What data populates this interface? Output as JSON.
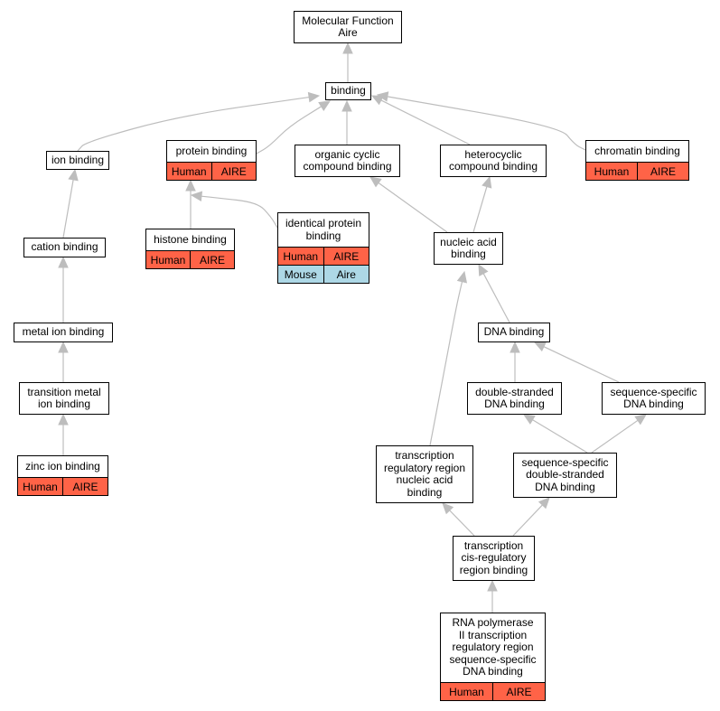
{
  "colors": {
    "edge": "#bdbdbd",
    "human": "#ff6347",
    "mouse": "#add8e6"
  },
  "nodes": [
    {
      "id": "root",
      "label": "Molecular Function\nAire",
      "annotations": []
    },
    {
      "id": "binding",
      "label": "binding",
      "annotations": []
    },
    {
      "id": "ion_binding",
      "label": "ion binding",
      "annotations": []
    },
    {
      "id": "protein_binding",
      "label": "protein binding",
      "annotations": [
        {
          "species": "Human",
          "gene": "AIRE"
        }
      ]
    },
    {
      "id": "organic_cyclic",
      "label": "organic cyclic\ncompound binding",
      "annotations": []
    },
    {
      "id": "heterocyclic",
      "label": "heterocyclic\ncompound binding",
      "annotations": []
    },
    {
      "id": "chromatin_binding",
      "label": "chromatin binding",
      "annotations": [
        {
          "species": "Human",
          "gene": "AIRE"
        }
      ]
    },
    {
      "id": "cation_binding",
      "label": "cation binding",
      "annotations": []
    },
    {
      "id": "histone_binding",
      "label": "histone binding",
      "annotations": [
        {
          "species": "Human",
          "gene": "AIRE"
        }
      ]
    },
    {
      "id": "identical_protein",
      "label": "identical protein\nbinding",
      "annotations": [
        {
          "species": "Human",
          "gene": "AIRE"
        },
        {
          "species": "Mouse",
          "gene": "Aire"
        }
      ]
    },
    {
      "id": "nucleic_acid",
      "label": "nucleic acid\nbinding",
      "annotations": []
    },
    {
      "id": "metal_ion",
      "label": "metal ion binding",
      "annotations": []
    },
    {
      "id": "dna_binding",
      "label": "DNA binding",
      "annotations": []
    },
    {
      "id": "transition_metal",
      "label": "transition metal\nion binding",
      "annotations": []
    },
    {
      "id": "double_stranded",
      "label": "double-stranded\nDNA binding",
      "annotations": []
    },
    {
      "id": "seq_specific",
      "label": "sequence-specific\nDNA binding",
      "annotations": []
    },
    {
      "id": "zinc_ion",
      "label": "zinc ion binding",
      "annotations": [
        {
          "species": "Human",
          "gene": "AIRE"
        }
      ]
    },
    {
      "id": "tx_reg_region",
      "label": "transcription\nregulatory region\nnucleic acid\nbinding",
      "annotations": []
    },
    {
      "id": "seq_ds",
      "label": "sequence-specific\ndouble-stranded\nDNA binding",
      "annotations": []
    },
    {
      "id": "cis_reg",
      "label": "transcription\ncis-regulatory\nregion binding",
      "annotations": []
    },
    {
      "id": "rnap2",
      "label": "RNA polymerase\nII transcription\nregulatory region\nsequence-specific\nDNA binding",
      "annotations": [
        {
          "species": "Human",
          "gene": "AIRE"
        }
      ]
    }
  ],
  "edges": [
    [
      "binding",
      "root"
    ],
    [
      "ion_binding",
      "binding"
    ],
    [
      "protein_binding",
      "binding"
    ],
    [
      "organic_cyclic",
      "binding"
    ],
    [
      "heterocyclic",
      "binding"
    ],
    [
      "chromatin_binding",
      "binding"
    ],
    [
      "cation_binding",
      "ion_binding"
    ],
    [
      "histone_binding",
      "protein_binding"
    ],
    [
      "identical_protein",
      "protein_binding"
    ],
    [
      "nucleic_acid",
      "organic_cyclic"
    ],
    [
      "nucleic_acid",
      "heterocyclic"
    ],
    [
      "metal_ion",
      "cation_binding"
    ],
    [
      "dna_binding",
      "nucleic_acid"
    ],
    [
      "transition_metal",
      "metal_ion"
    ],
    [
      "double_stranded",
      "dna_binding"
    ],
    [
      "seq_specific",
      "dna_binding"
    ],
    [
      "zinc_ion",
      "transition_metal"
    ],
    [
      "tx_reg_region",
      "nucleic_acid"
    ],
    [
      "seq_ds",
      "double_stranded"
    ],
    [
      "seq_ds",
      "seq_specific"
    ],
    [
      "cis_reg",
      "tx_reg_region"
    ],
    [
      "cis_reg",
      "seq_ds"
    ],
    [
      "rnap2",
      "cis_reg"
    ]
  ]
}
